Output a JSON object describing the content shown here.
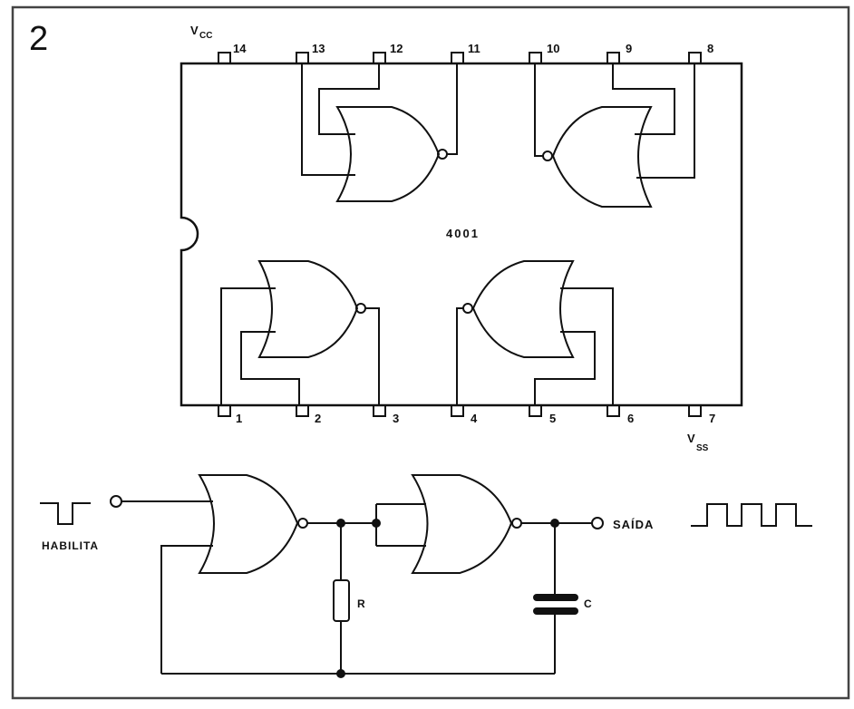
{
  "figure_number": "2",
  "chip": {
    "label": "4001",
    "vcc_label": "V",
    "vcc_sub": "CC",
    "vss_label": "V",
    "vss_sub": "SS",
    "top_pins": [
      "14",
      "13",
      "12",
      "11",
      "10",
      "9",
      "8"
    ],
    "bottom_pins": [
      "1",
      "2",
      "3",
      "4",
      "5",
      "6",
      "7"
    ]
  },
  "circuit": {
    "input_label": "HABILITA",
    "output_label": "SAÍDA",
    "resistor_label": "R",
    "capacitor_label": "C"
  },
  "colors": {
    "ink": "#111111",
    "paper": "#ffffff",
    "frame": "#444444"
  }
}
